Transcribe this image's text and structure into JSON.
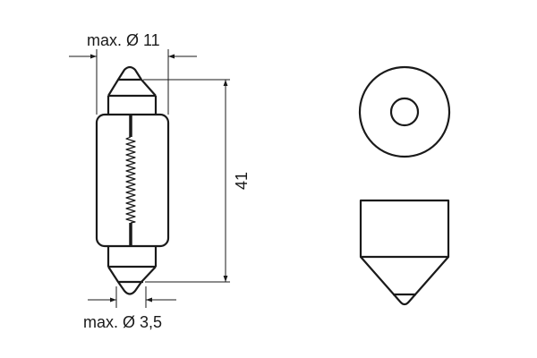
{
  "diagram": {
    "type": "technical-drawing",
    "subject": "festoon bulb",
    "colors": {
      "stroke": "#1a1a1a",
      "background": "#ffffff"
    },
    "side_view": {
      "dimensions": {
        "top_width_label": "max. Ø 11",
        "length_label": "41",
        "bottom_width_label": "max. Ø 3,5"
      }
    },
    "end_view": {
      "description": "top view showing outer cap circle and inner tip circle"
    },
    "cap_view": {
      "description": "cap profile: rectangular base with conical tip"
    }
  }
}
